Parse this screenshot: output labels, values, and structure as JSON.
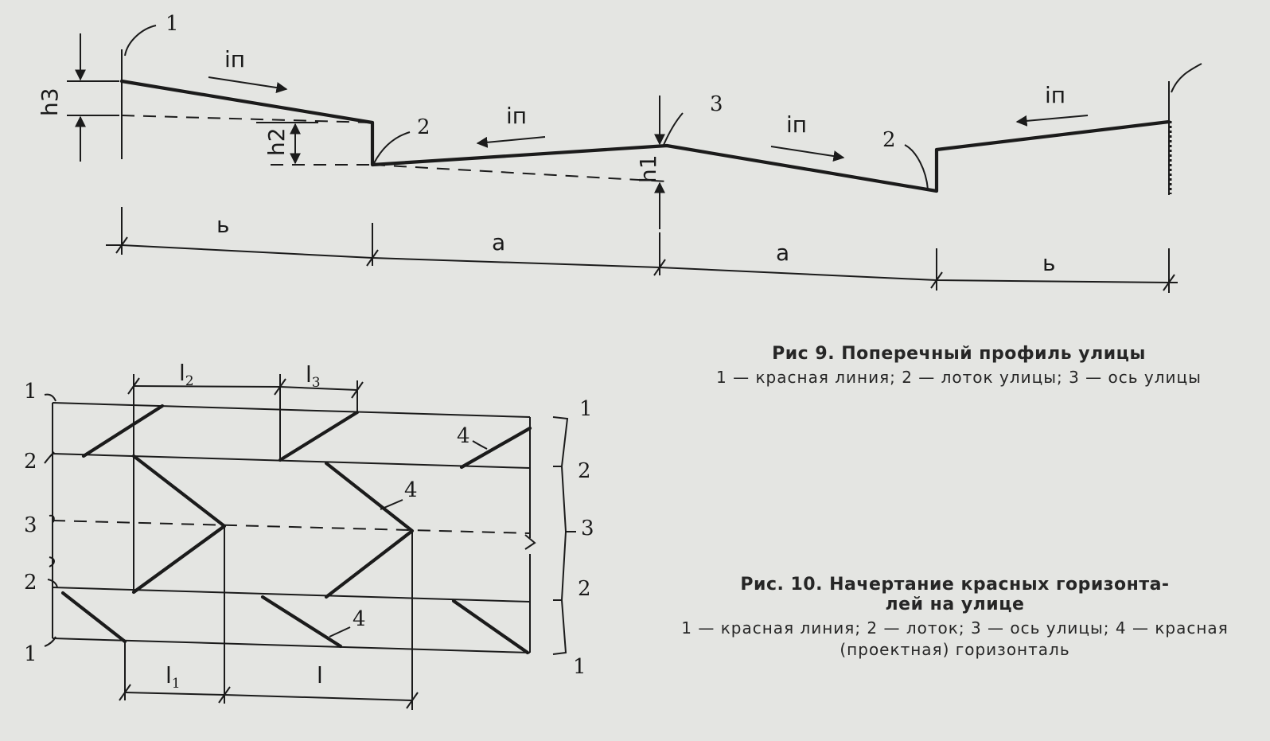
{
  "fig9": {
    "labels": {
      "red_line": "1",
      "gutter_left": "2",
      "axis": "3",
      "gutter_right": "2",
      "h3": "h3",
      "h2": "h2",
      "h1": "h1",
      "slope": "iп",
      "width_b": "ь",
      "width_a": "а"
    },
    "caption": {
      "title": "Рис 9. Поперечный профиль улицы",
      "legend": "1 — красная линия; 2 — лоток улицы; 3 — ось улицы"
    }
  },
  "fig10": {
    "labels": {
      "row1": "1",
      "row2": "2",
      "row3": "3",
      "contour": "4",
      "l1": "l1",
      "l2": "l2",
      "l3": "l3",
      "l": "l"
    },
    "caption": {
      "title_line1": "Рис. 10. Начертание красных горизонта-",
      "title_line2": "лей на улице",
      "legend": "1 — красная линия; 2 — лоток; 3 — ось улицы; 4 — красная (проектная) горизонталь"
    }
  }
}
